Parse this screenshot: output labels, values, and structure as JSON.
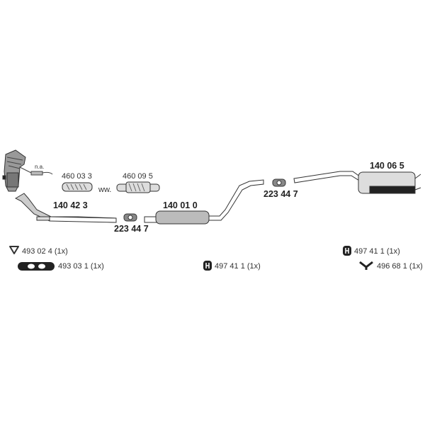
{
  "parts": {
    "manifold_note": "n.a.",
    "flex_pipe_1": "460 03 3",
    "alt_label": "ww.",
    "flex_pipe_2": "460 09 5",
    "front_pipe": "140 42 3",
    "clamp_front": "223 44 7",
    "middle_silencer": "140 01 0",
    "clamp_rear": "223 44 7",
    "rear_silencer": "140 06 5"
  },
  "accessories": [
    {
      "label": "493 02 4 (1x)",
      "icon": "gasket-triangle-icon"
    },
    {
      "label": "493 03 1 (1x)",
      "icon": "gasket-oval-icon"
    },
    {
      "label": "497 41 1 (1x)",
      "icon": "rubber-mount-icon"
    },
    {
      "label": "497 41 1 (1x)",
      "icon": "rubber-mount-icon"
    },
    {
      "label": "496 68 1 (1x)",
      "icon": "hanger-v-icon"
    }
  ]
}
